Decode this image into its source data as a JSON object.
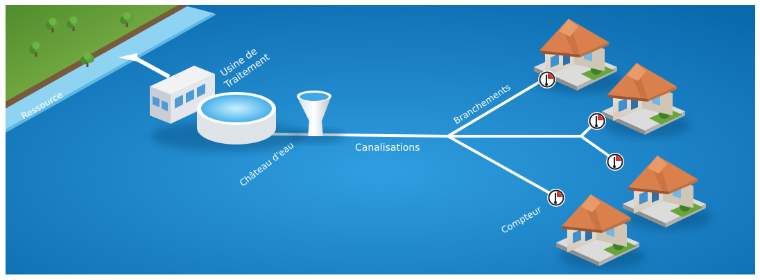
{
  "diagram": {
    "title": "",
    "colors": {
      "background_light": "#2f9ee0",
      "background_dark": "#0a69ad",
      "pipe": "#ffffff",
      "river": "#8fd3f2",
      "grass": "#6aa53c",
      "roof": "#d9804d",
      "wall": "#e7dfd0"
    },
    "labels": {
      "ressource": "Ressource",
      "usine_line1": "Usine de",
      "usine_line2": "Traitement",
      "chateau": "Château d'eau",
      "canalisations": "Canalisations",
      "branchements": "Branchements",
      "compteur": "Compteur"
    },
    "nodes": [
      {
        "id": "ressource",
        "kind": "river",
        "icon": "river-illustration"
      },
      {
        "id": "usine",
        "kind": "treatment-plant",
        "icon": "treatment-plant-illustration"
      },
      {
        "id": "chateau",
        "kind": "water-tower",
        "icon": "water-tower-illustration"
      },
      {
        "id": "junction",
        "kind": "pipe-junction"
      },
      {
        "id": "house-1",
        "kind": "house",
        "icon": "house-illustration"
      },
      {
        "id": "house-2",
        "kind": "house",
        "icon": "house-illustration"
      },
      {
        "id": "house-3",
        "kind": "house",
        "icon": "house-illustration"
      },
      {
        "id": "house-4",
        "kind": "house",
        "icon": "house-illustration"
      }
    ],
    "meters": [
      {
        "house": "house-1",
        "icon": "water-meter-icon"
      },
      {
        "house": "house-2",
        "icon": "water-meter-icon"
      },
      {
        "house": "house-3",
        "icon": "water-meter-icon"
      },
      {
        "house": "house-4",
        "icon": "water-meter-icon"
      }
    ]
  }
}
